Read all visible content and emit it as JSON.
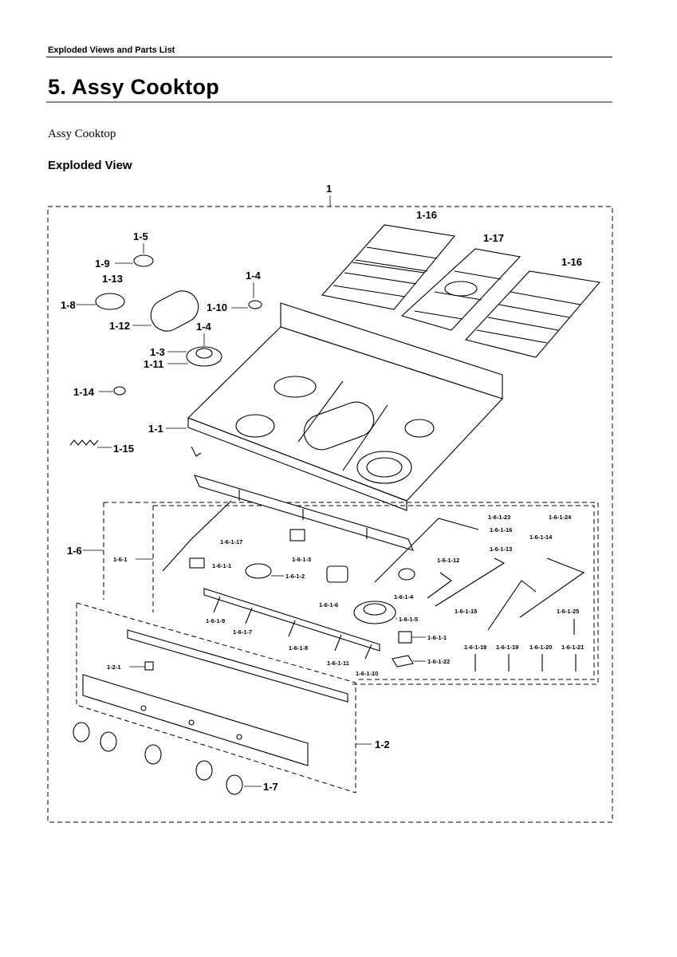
{
  "header": {
    "section_label": "Exploded Views and Parts List"
  },
  "title": "5.  Assy Cooktop",
  "subtitle": "Assy Cooktop",
  "section_heading": "Exploded View",
  "callouts": {
    "c1": "1",
    "c1_16a": "1-16",
    "c1_17": "1-17",
    "c1_16b": "1-16",
    "c1_5": "1-5",
    "c1_9": "1-9",
    "c1_13": "1-13",
    "c1_8": "1-8",
    "c1_4a": "1-4",
    "c1_10": "1-10",
    "c1_12": "1-12",
    "c1_4b": "1-4",
    "c1_3": "1-3",
    "c1_11": "1-11",
    "c1_14": "1-14",
    "c1_1": "1-1",
    "c1_15": "1-15",
    "c1_6": "1-6",
    "c1_6_1": "1-6-1",
    "c1_6_1_17": "1-6-1-17",
    "c1_6_1_1": "1-6-1-1",
    "c1_6_1_3": "1-6-1-3",
    "c1_6_1_2": "1-6-1-2",
    "c1_6_1_6": "1-6-1-6",
    "c1_6_1_4": "1-6-1-4",
    "c1_6_1_5": "1-6-1-5",
    "c1_6_1_9": "1-6-1-9",
    "c1_6_1_7": "1-6-1-7",
    "c1_6_1_8": "1-6-1-8",
    "c1_6_1_11": "1-6-1-11",
    "c1_6_1_10": "1-6-1-10",
    "c1_6_1_1b": "1-6-1-1",
    "c1_6_1_22": "1-6-1-22",
    "c1_6_1_23": "1-6-1-23",
    "c1_6_1_24": "1-6-1-24",
    "c1_6_1_16": "1-6-1-16",
    "c1_6_1_14": "1-6-1-14",
    "c1_6_1_13": "1-6-1-13",
    "c1_6_1_12": "1-6-1-12",
    "c1_6_1_15": "1-6-1-15",
    "c1_6_1_25": "1-6-1-25",
    "c1_6_1_18": "1-6-1-18",
    "c1_6_1_19": "1-6-1-19",
    "c1_6_1_20": "1-6-1-20",
    "c1_6_1_21": "1-6-1-21",
    "c1_2_1": "1-2-1",
    "c1_2": "1-2",
    "c1_7": "1-7"
  }
}
